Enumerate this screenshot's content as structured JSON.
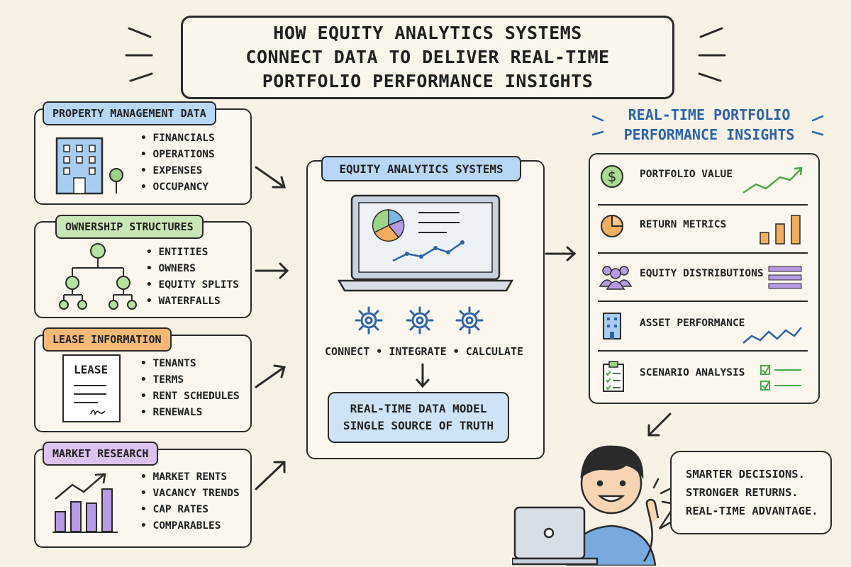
{
  "title": {
    "lines": [
      "HOW EQUITY ANALYTICS SYSTEMS",
      "CONNECT DATA TO DELIVER REAL-TIME",
      "PORTFOLIO PERFORMANCE INSIGHTS"
    ]
  },
  "sources": [
    {
      "tag": "PROPERTY MANAGEMENT DATA",
      "tag_color": "#b8d6f5",
      "icon": "office-building-icon",
      "items": [
        "FINANCIALS",
        "OPERATIONS",
        "EXPENSES",
        "OCCUPANCY"
      ]
    },
    {
      "tag": "OWNERSHIP STRUCTURES",
      "tag_color": "#c9e7b6",
      "icon": "org-chart-icon",
      "items": [
        "ENTITIES",
        "OWNERS",
        "EQUITY SPLITS",
        "WATERFALLS"
      ]
    },
    {
      "tag": "LEASE INFORMATION",
      "tag_color": "#f6b978",
      "icon": "lease-document-icon",
      "doc_label": "LEASE",
      "items": [
        "TENANTS",
        "TERMS",
        "RENT SCHEDULES",
        "RENEWALS"
      ]
    },
    {
      "tag": "MARKET RESEARCH",
      "tag_color": "#dcc2ee",
      "icon": "bar-chart-trend-icon",
      "items": [
        "MARKET RENTS",
        "VACANCY TRENDS",
        "CAP RATES",
        "COMPARABLES"
      ]
    }
  ],
  "center": {
    "tag": "EQUITY ANALYTICS SYSTEMS",
    "steps": "CONNECT • INTEGRATE • CALCULATE",
    "model_lines": [
      "REAL-TIME DATA MODEL",
      "SINGLE SOURCE OF TRUTH"
    ]
  },
  "insights": {
    "title_lines": [
      "REAL-TIME PORTFOLIO",
      "PERFORMANCE INSIGHTS"
    ],
    "title_color": "#2d63a8",
    "items": [
      {
        "label": "PORTFOLIO VALUE",
        "icon": "dollar-icon"
      },
      {
        "label": "RETURN METRICS",
        "icon": "pie-chart-icon"
      },
      {
        "label": "EQUITY DISTRIBUTIONS",
        "icon": "people-group-icon"
      },
      {
        "label": "ASSET PERFORMANCE",
        "icon": "building-icon"
      },
      {
        "label": "SCENARIO ANALYSIS",
        "icon": "clipboard-checklist-icon"
      }
    ]
  },
  "bubble": {
    "lines": [
      "SMARTER DECISIONS.",
      "STRONGER RETURNS.",
      "REAL-TIME ADVANTAGE."
    ]
  }
}
